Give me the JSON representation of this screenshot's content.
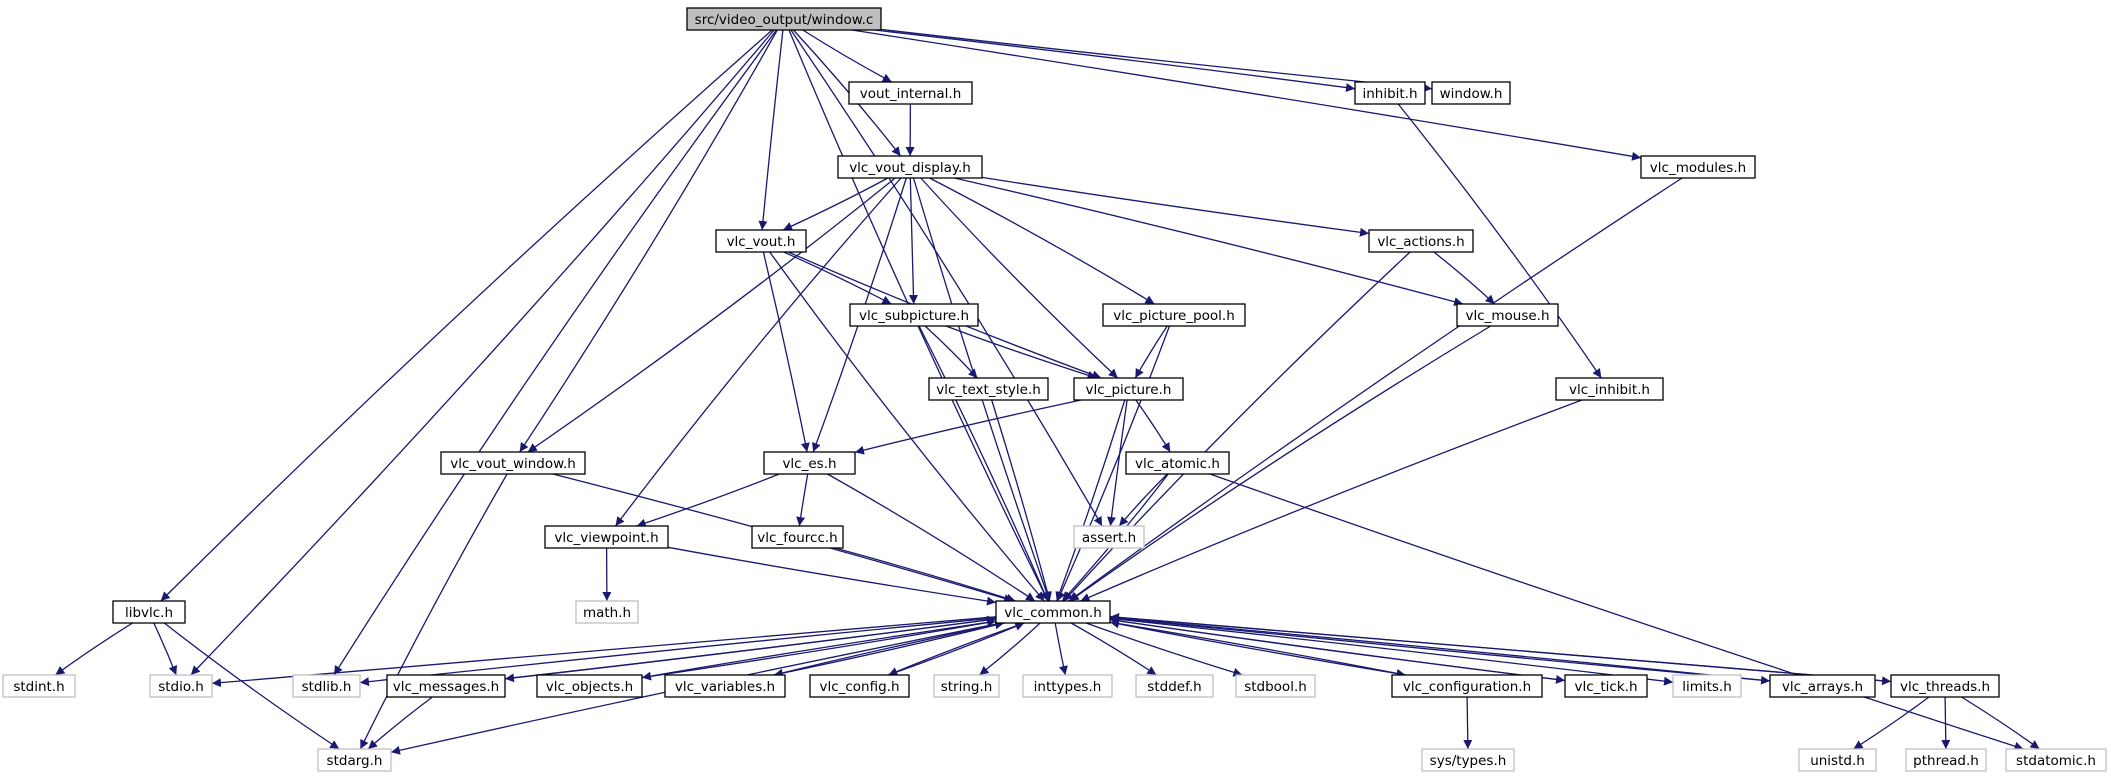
{
  "colors": {
    "edge": "#191970",
    "main_fill": "#bfbfbf",
    "internal_border": "#000000",
    "external_border": "#bfbfbf"
  },
  "nodes": [
    {
      "id": "window_c",
      "label": "src/video_output/window.c",
      "kind": "main"
    },
    {
      "id": "vout_internal",
      "label": "vout_internal.h",
      "kind": "internal"
    },
    {
      "id": "inhibit",
      "label": "inhibit.h",
      "kind": "internal"
    },
    {
      "id": "window_h",
      "label": "window.h",
      "kind": "internal"
    },
    {
      "id": "vlc_modules",
      "label": "vlc_modules.h",
      "kind": "internal"
    },
    {
      "id": "vlc_vout_display",
      "label": "vlc_vout_display.h",
      "kind": "internal"
    },
    {
      "id": "vlc_vout",
      "label": "vlc_vout.h",
      "kind": "internal"
    },
    {
      "id": "vlc_actions",
      "label": "vlc_actions.h",
      "kind": "internal"
    },
    {
      "id": "vlc_subpicture",
      "label": "vlc_subpicture.h",
      "kind": "internal"
    },
    {
      "id": "vlc_picture_pool",
      "label": "vlc_picture_pool.h",
      "kind": "internal"
    },
    {
      "id": "vlc_mouse",
      "label": "vlc_mouse.h",
      "kind": "internal"
    },
    {
      "id": "vlc_text_style",
      "label": "vlc_text_style.h",
      "kind": "internal"
    },
    {
      "id": "vlc_picture",
      "label": "vlc_picture.h",
      "kind": "internal"
    },
    {
      "id": "vlc_inhibit",
      "label": "vlc_inhibit.h",
      "kind": "internal"
    },
    {
      "id": "vlc_vout_window",
      "label": "vlc_vout_window.h",
      "kind": "internal"
    },
    {
      "id": "vlc_es",
      "label": "vlc_es.h",
      "kind": "internal"
    },
    {
      "id": "vlc_atomic",
      "label": "vlc_atomic.h",
      "kind": "internal"
    },
    {
      "id": "vlc_viewpoint",
      "label": "vlc_viewpoint.h",
      "kind": "internal"
    },
    {
      "id": "vlc_fourcc",
      "label": "vlc_fourcc.h",
      "kind": "internal"
    },
    {
      "id": "assert",
      "label": "assert.h",
      "kind": "external"
    },
    {
      "id": "libvlc",
      "label": "libvlc.h",
      "kind": "internal"
    },
    {
      "id": "math",
      "label": "math.h",
      "kind": "external"
    },
    {
      "id": "vlc_common",
      "label": "vlc_common.h",
      "kind": "internal"
    },
    {
      "id": "stdint",
      "label": "stdint.h",
      "kind": "external"
    },
    {
      "id": "stdio",
      "label": "stdio.h",
      "kind": "external"
    },
    {
      "id": "stdlib",
      "label": "stdlib.h",
      "kind": "external"
    },
    {
      "id": "vlc_messages",
      "label": "vlc_messages.h",
      "kind": "internal"
    },
    {
      "id": "vlc_objects",
      "label": "vlc_objects.h",
      "kind": "internal"
    },
    {
      "id": "vlc_variables",
      "label": "vlc_variables.h",
      "kind": "internal"
    },
    {
      "id": "vlc_config",
      "label": "vlc_config.h",
      "kind": "internal"
    },
    {
      "id": "string",
      "label": "string.h",
      "kind": "external"
    },
    {
      "id": "inttypes",
      "label": "inttypes.h",
      "kind": "external"
    },
    {
      "id": "stddef",
      "label": "stddef.h",
      "kind": "external"
    },
    {
      "id": "stdbool",
      "label": "stdbool.h",
      "kind": "external"
    },
    {
      "id": "vlc_configuration",
      "label": "vlc_configuration.h",
      "kind": "internal"
    },
    {
      "id": "vlc_tick",
      "label": "vlc_tick.h",
      "kind": "internal"
    },
    {
      "id": "limits",
      "label": "limits.h",
      "kind": "external"
    },
    {
      "id": "vlc_arrays",
      "label": "vlc_arrays.h",
      "kind": "internal"
    },
    {
      "id": "vlc_threads",
      "label": "vlc_threads.h",
      "kind": "internal"
    },
    {
      "id": "stdarg",
      "label": "stdarg.h",
      "kind": "external"
    },
    {
      "id": "sys_types",
      "label": "sys/types.h",
      "kind": "external"
    },
    {
      "id": "unistd",
      "label": "unistd.h",
      "kind": "external"
    },
    {
      "id": "pthread",
      "label": "pthread.h",
      "kind": "external"
    },
    {
      "id": "stdatomic",
      "label": "stdatomic.h",
      "kind": "external"
    }
  ],
  "edges": [
    [
      "window_c",
      "vout_internal"
    ],
    [
      "window_c",
      "vlc_vout_display"
    ],
    [
      "window_c",
      "vlc_vout"
    ],
    [
      "window_c",
      "inhibit"
    ],
    [
      "window_c",
      "window_h"
    ],
    [
      "window_c",
      "vlc_modules"
    ],
    [
      "window_c",
      "libvlc"
    ],
    [
      "window_c",
      "stdio"
    ],
    [
      "window_c",
      "stdlib"
    ],
    [
      "window_c",
      "vlc_vout_window"
    ],
    [
      "window_c",
      "vlc_common"
    ],
    [
      "window_c",
      "assert"
    ],
    [
      "vout_internal",
      "vlc_vout_display"
    ],
    [
      "inhibit",
      "vlc_inhibit"
    ],
    [
      "vlc_modules",
      "vlc_common"
    ],
    [
      "vlc_vout_display",
      "vlc_vout"
    ],
    [
      "vlc_vout_display",
      "vlc_subpicture"
    ],
    [
      "vlc_vout_display",
      "vlc_picture_pool"
    ],
    [
      "vlc_vout_display",
      "vlc_actions"
    ],
    [
      "vlc_vout_display",
      "vlc_mouse"
    ],
    [
      "vlc_vout_display",
      "vlc_picture"
    ],
    [
      "vlc_vout_display",
      "vlc_es"
    ],
    [
      "vlc_vout_display",
      "vlc_viewpoint"
    ],
    [
      "vlc_vout_display",
      "vlc_vout_window"
    ],
    [
      "vlc_vout_display",
      "vlc_common"
    ],
    [
      "vlc_vout",
      "vlc_subpicture"
    ],
    [
      "vlc_vout",
      "vlc_picture"
    ],
    [
      "vlc_vout",
      "vlc_es"
    ],
    [
      "vlc_vout",
      "vlc_common"
    ],
    [
      "vlc_actions",
      "vlc_mouse"
    ],
    [
      "vlc_actions",
      "vlc_common"
    ],
    [
      "vlc_subpicture",
      "vlc_text_style"
    ],
    [
      "vlc_subpicture",
      "vlc_picture"
    ],
    [
      "vlc_subpicture",
      "vlc_common"
    ],
    [
      "vlc_picture_pool",
      "vlc_picture"
    ],
    [
      "vlc_picture_pool",
      "vlc_common"
    ],
    [
      "vlc_mouse",
      "vlc_common"
    ],
    [
      "vlc_text_style",
      "vlc_common"
    ],
    [
      "vlc_picture",
      "vlc_es"
    ],
    [
      "vlc_picture",
      "vlc_atomic"
    ],
    [
      "vlc_picture",
      "assert"
    ],
    [
      "vlc_picture",
      "vlc_common"
    ],
    [
      "vlc_inhibit",
      "vlc_common"
    ],
    [
      "vlc_vout_window",
      "vlc_common"
    ],
    [
      "vlc_vout_window",
      "stdarg"
    ],
    [
      "vlc_es",
      "vlc_viewpoint"
    ],
    [
      "vlc_es",
      "vlc_fourcc"
    ],
    [
      "vlc_es",
      "vlc_common"
    ],
    [
      "vlc_atomic",
      "assert"
    ],
    [
      "vlc_atomic",
      "vlc_common"
    ],
    [
      "vlc_atomic",
      "stdatomic"
    ],
    [
      "vlc_viewpoint",
      "math"
    ],
    [
      "vlc_viewpoint",
      "vlc_common"
    ],
    [
      "vlc_fourcc",
      "vlc_common"
    ],
    [
      "libvlc",
      "stdint"
    ],
    [
      "libvlc",
      "stdio"
    ],
    [
      "libvlc",
      "stdarg"
    ],
    [
      "vlc_common",
      "stdio"
    ],
    [
      "vlc_common",
      "stdlib"
    ],
    [
      "vlc_common",
      "vlc_messages"
    ],
    [
      "vlc_common",
      "vlc_objects"
    ],
    [
      "vlc_common",
      "vlc_variables"
    ],
    [
      "vlc_common",
      "vlc_config"
    ],
    [
      "vlc_common",
      "string"
    ],
    [
      "vlc_common",
      "inttypes"
    ],
    [
      "vlc_common",
      "stddef"
    ],
    [
      "vlc_common",
      "stdbool"
    ],
    [
      "vlc_common",
      "vlc_configuration"
    ],
    [
      "vlc_common",
      "vlc_tick"
    ],
    [
      "vlc_common",
      "limits"
    ],
    [
      "vlc_common",
      "vlc_arrays"
    ],
    [
      "vlc_common",
      "vlc_threads"
    ],
    [
      "vlc_common",
      "stdarg"
    ],
    [
      "vlc_messages",
      "vlc_common"
    ],
    [
      "vlc_messages",
      "stdarg"
    ],
    [
      "vlc_objects",
      "vlc_common"
    ],
    [
      "vlc_variables",
      "vlc_common"
    ],
    [
      "vlc_config",
      "vlc_common"
    ],
    [
      "vlc_configuration",
      "vlc_common"
    ],
    [
      "vlc_configuration",
      "sys_types"
    ],
    [
      "vlc_tick",
      "vlc_common"
    ],
    [
      "vlc_arrays",
      "vlc_common"
    ],
    [
      "vlc_threads",
      "vlc_common"
    ],
    [
      "vlc_threads",
      "unistd"
    ],
    [
      "vlc_threads",
      "pthread"
    ],
    [
      "vlc_threads",
      "stdatomic"
    ]
  ]
}
